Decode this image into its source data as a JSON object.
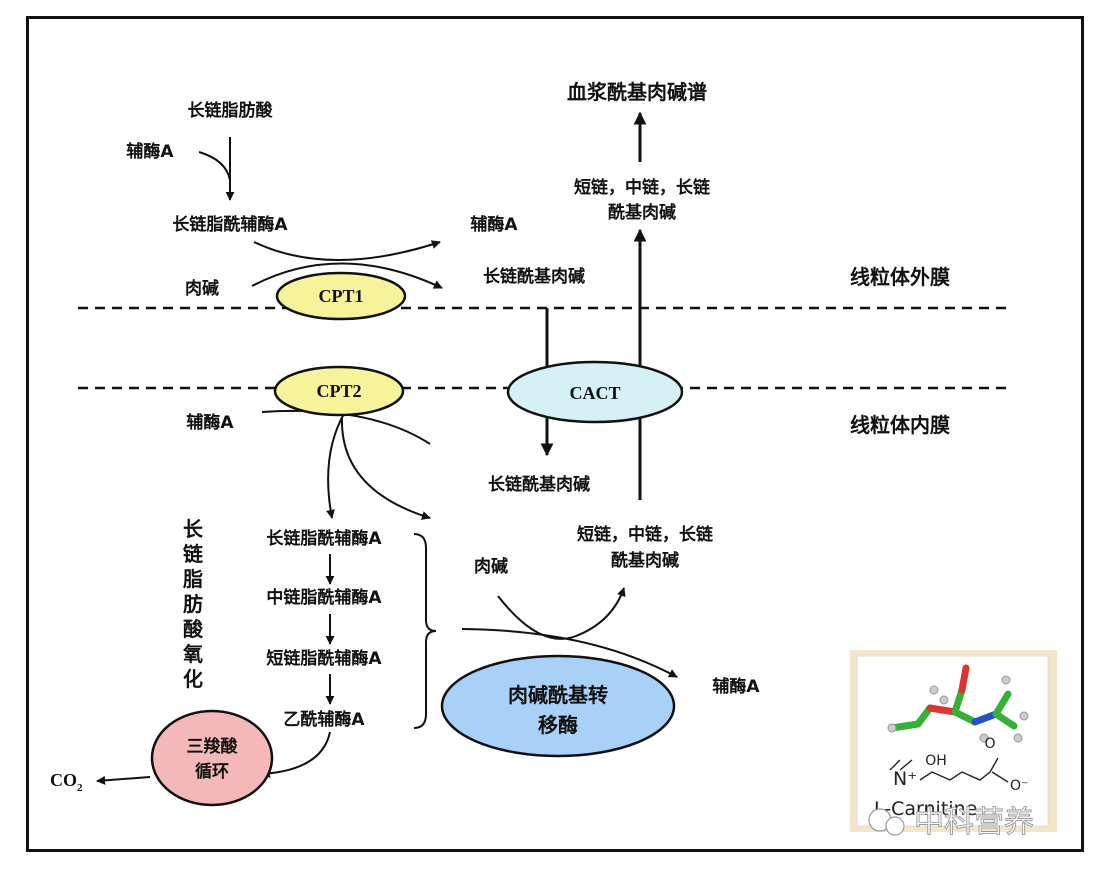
{
  "diagram": {
    "membranes": {
      "outer": "线粒体外膜",
      "inner": "线粒体内膜"
    },
    "enzymes": {
      "cpt1": "CPT1",
      "cpt2": "CPT2",
      "cact": "CACT",
      "transferase_line1": "肉碱酰基转",
      "transferase_line2": "移酶",
      "tca_line1": "三羧酸",
      "tca_line2": "循环"
    },
    "outer_labels": {
      "long_chain_fatty_acid": "长链脂肪酸",
      "coa_1": "辅酶A",
      "long_chain_acyl_coa": "长链脂酰辅酶A",
      "carnitine": "肉碱",
      "coa_2": "辅酶A",
      "long_chain_acylcarnitine": "长链酰基肉碱"
    },
    "plasma": {
      "title": "血浆酰基肉碱谱",
      "line1": "短链，中链，长链",
      "line2": "酰基肉碱"
    },
    "inner_labels": {
      "coa_3": "辅酶A",
      "long_chain_acylcarnitine_in": "长链酰基肉碱",
      "short_medium_long_line1": "短链，中链，长链",
      "short_medium_long_line2": "酰基肉碱",
      "carnitine_in": "肉碱",
      "coa_4": "辅酶A",
      "co2_main": "CO",
      "co2_sub": "2"
    },
    "beta_oxidation": {
      "vertical_title": [
        "长",
        "链",
        "脂",
        "肪",
        "酸",
        "氧",
        "化"
      ],
      "steps": [
        "长链脂酰辅酶A",
        "中链脂酰辅酶A",
        "短链脂酰辅酶A",
        "乙酰辅酶A"
      ]
    },
    "inset": {
      "oh": "OH",
      "o": "O",
      "o_minus": "O⁻",
      "n_plus": "N⁺",
      "name": "L-Carnitine"
    },
    "watermark": "中科营养",
    "colors": {
      "cpt_fill": "#f7f39a",
      "cact_fill": "#d6f1f6",
      "transferase_fill": "#a9d0f7",
      "tca_fill": "#f5b8b8",
      "inset_bg": "#f3e6c8"
    }
  }
}
